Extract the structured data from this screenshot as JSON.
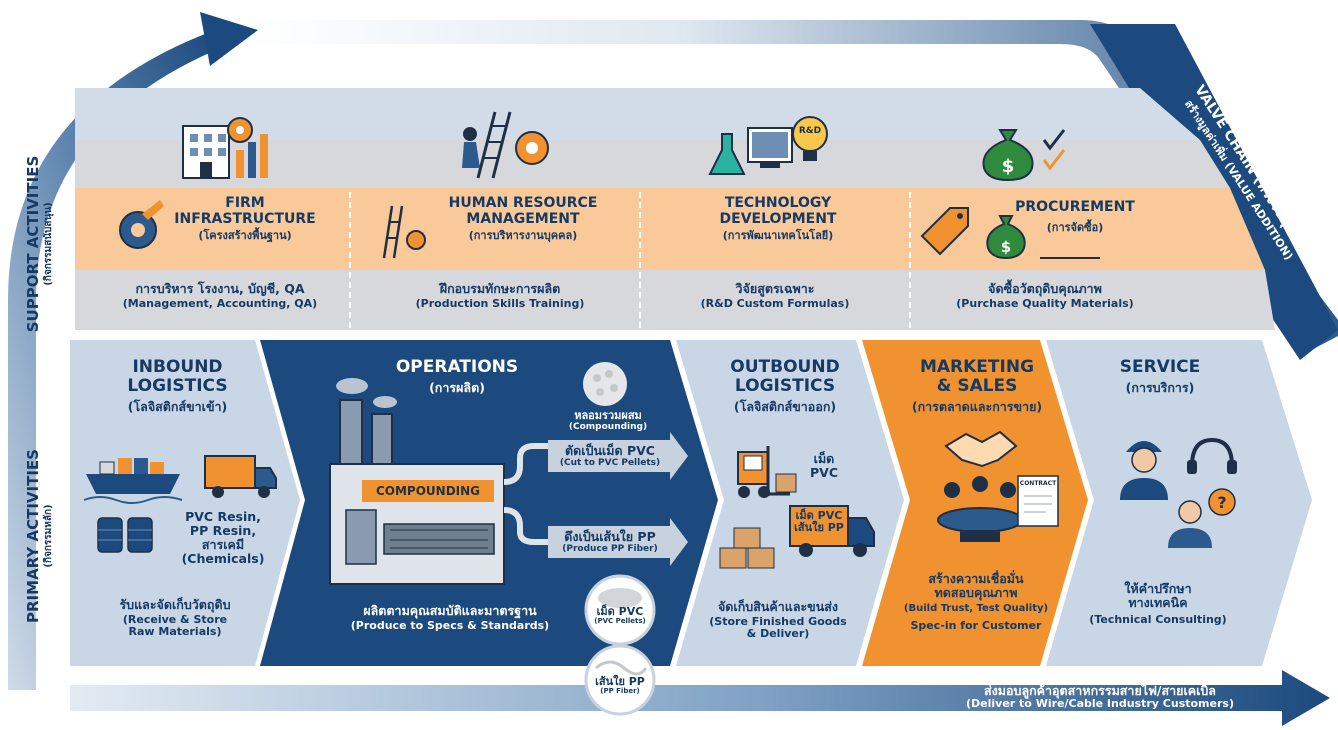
{
  "value_chain": {
    "title": "VALVE CHAIN (ห่วงโซ่คุณค่า)",
    "subtitle": "สร้างมูลค่าเพิ่ม (VALUE ADDITION)"
  },
  "support": {
    "label": "SUPPORT ACTIVITIES",
    "label_th": "(กิจกรรมสนับสนุน)"
  },
  "primary": {
    "label": "PRIMARY ACTIVITIES",
    "label_th": "(กิจกรรมหลัก)"
  },
  "support_activities": [
    {
      "title": "FIRM",
      "title2": "INFRASTRUCTURE",
      "th": "(โครงสร้างพื้นฐาน)",
      "desc_th": "การบริหาร โรงงาน, บัญชี, QA",
      "desc_en": "(Management, Accounting, QA)"
    },
    {
      "title": "HUMAN RESOURCE",
      "title2": "MANAGEMENT",
      "th": "(การบริหารงานบุคคล)",
      "desc_th": "ฝึกอบรมทักษะการผลิต",
      "desc_en": "(Production Skills Training)"
    },
    {
      "title": "TECHNOLOGY",
      "title2": "DEVELOPMENT",
      "th": "(การพัฒนาเทคโนโลยี)",
      "desc_th": "วิจัยสูตรเฉพาะ",
      "desc_en": "(R&D Custom Formulas)"
    },
    {
      "title": "PROCUREMENT",
      "title2": "",
      "th": "(การจัดซื้อ)",
      "desc_th": "จัดซื้อวัตถุดิบคุณภาพ",
      "desc_en": "(Purchase Quality Materials)"
    }
  ],
  "inbound": {
    "title1": "INBOUND",
    "title2": "LOGISTICS",
    "th": "(โลจิสติกส์ขาเข้า)",
    "materials": [
      "PVC Resin,",
      "PP Resin,",
      "สารเคมี",
      "(Chemicals)"
    ],
    "desc_th": "รับและจัดเก็บวัตถุดิบ",
    "desc_en1": "(Receive & Store",
    "desc_en2": "Raw Materials)"
  },
  "operations": {
    "title": "OPERATIONS",
    "th": "(การผลิต)",
    "compounding_label": "COMPOUNDING",
    "mix_th": "หลอมรวมผสม",
    "mix_en": "(Compounding)",
    "pvc_th": "ตัดเป็นเม็ด PVC",
    "pvc_en": "(Cut to PVC Pellets)",
    "pp_th": "ดึงเป็นเส้นใย PP",
    "pp_en": "(Produce PP Fiber)",
    "desc_th": "ผลิตตามคุณสมบัติและมาตรฐาน",
    "desc_en": "(Produce to Specs & Standards)"
  },
  "outbound": {
    "title1": "OUTBOUND",
    "title2": "LOGISTICS",
    "th": "(โลจิสติกส์ขาออก)",
    "pellet1": "เม็ด",
    "pellet2": "PVC",
    "truck1": "เม็ด PVC",
    "truck2": "เส้นใย PP",
    "desc_th": "จัดเก็บสินค้าและขนส่ง",
    "desc_en1": "(Store Finished Goods",
    "desc_en2": "& Deliver)"
  },
  "marketing": {
    "title1": "MARKETING",
    "title2": "& SALES",
    "th": "(การตลาดและการขาย)",
    "contract": "CONTRACT",
    "desc_th1": "สร้างความเชื่อมั่น",
    "desc_th2": "ทดสอบคุณภาพ",
    "desc_en": "(Build Trust, Test Quality)",
    "spec": "Spec-in for Customer"
  },
  "service": {
    "title": "SERVICE",
    "th": "(การบริการ)",
    "desc_th1": "ให้คำปรึกษา",
    "desc_th2": "ทางเทคนิค",
    "desc_en": "(Technical Consulting)"
  },
  "badges": {
    "pvc_th": "เม็ด PVC",
    "pvc_en": "(PVC Pellets)",
    "pp_th": "เส้นใย PP",
    "pp_en": "(PP Fiber)"
  },
  "delivery": {
    "th": "ส่งมอบลูกค้าอุตสาหกรรมสายไฟ/สายเคเบิ้ล",
    "en": "(Deliver to Wire/Cable Industry Customers)"
  },
  "rnd_label": "R&D"
}
